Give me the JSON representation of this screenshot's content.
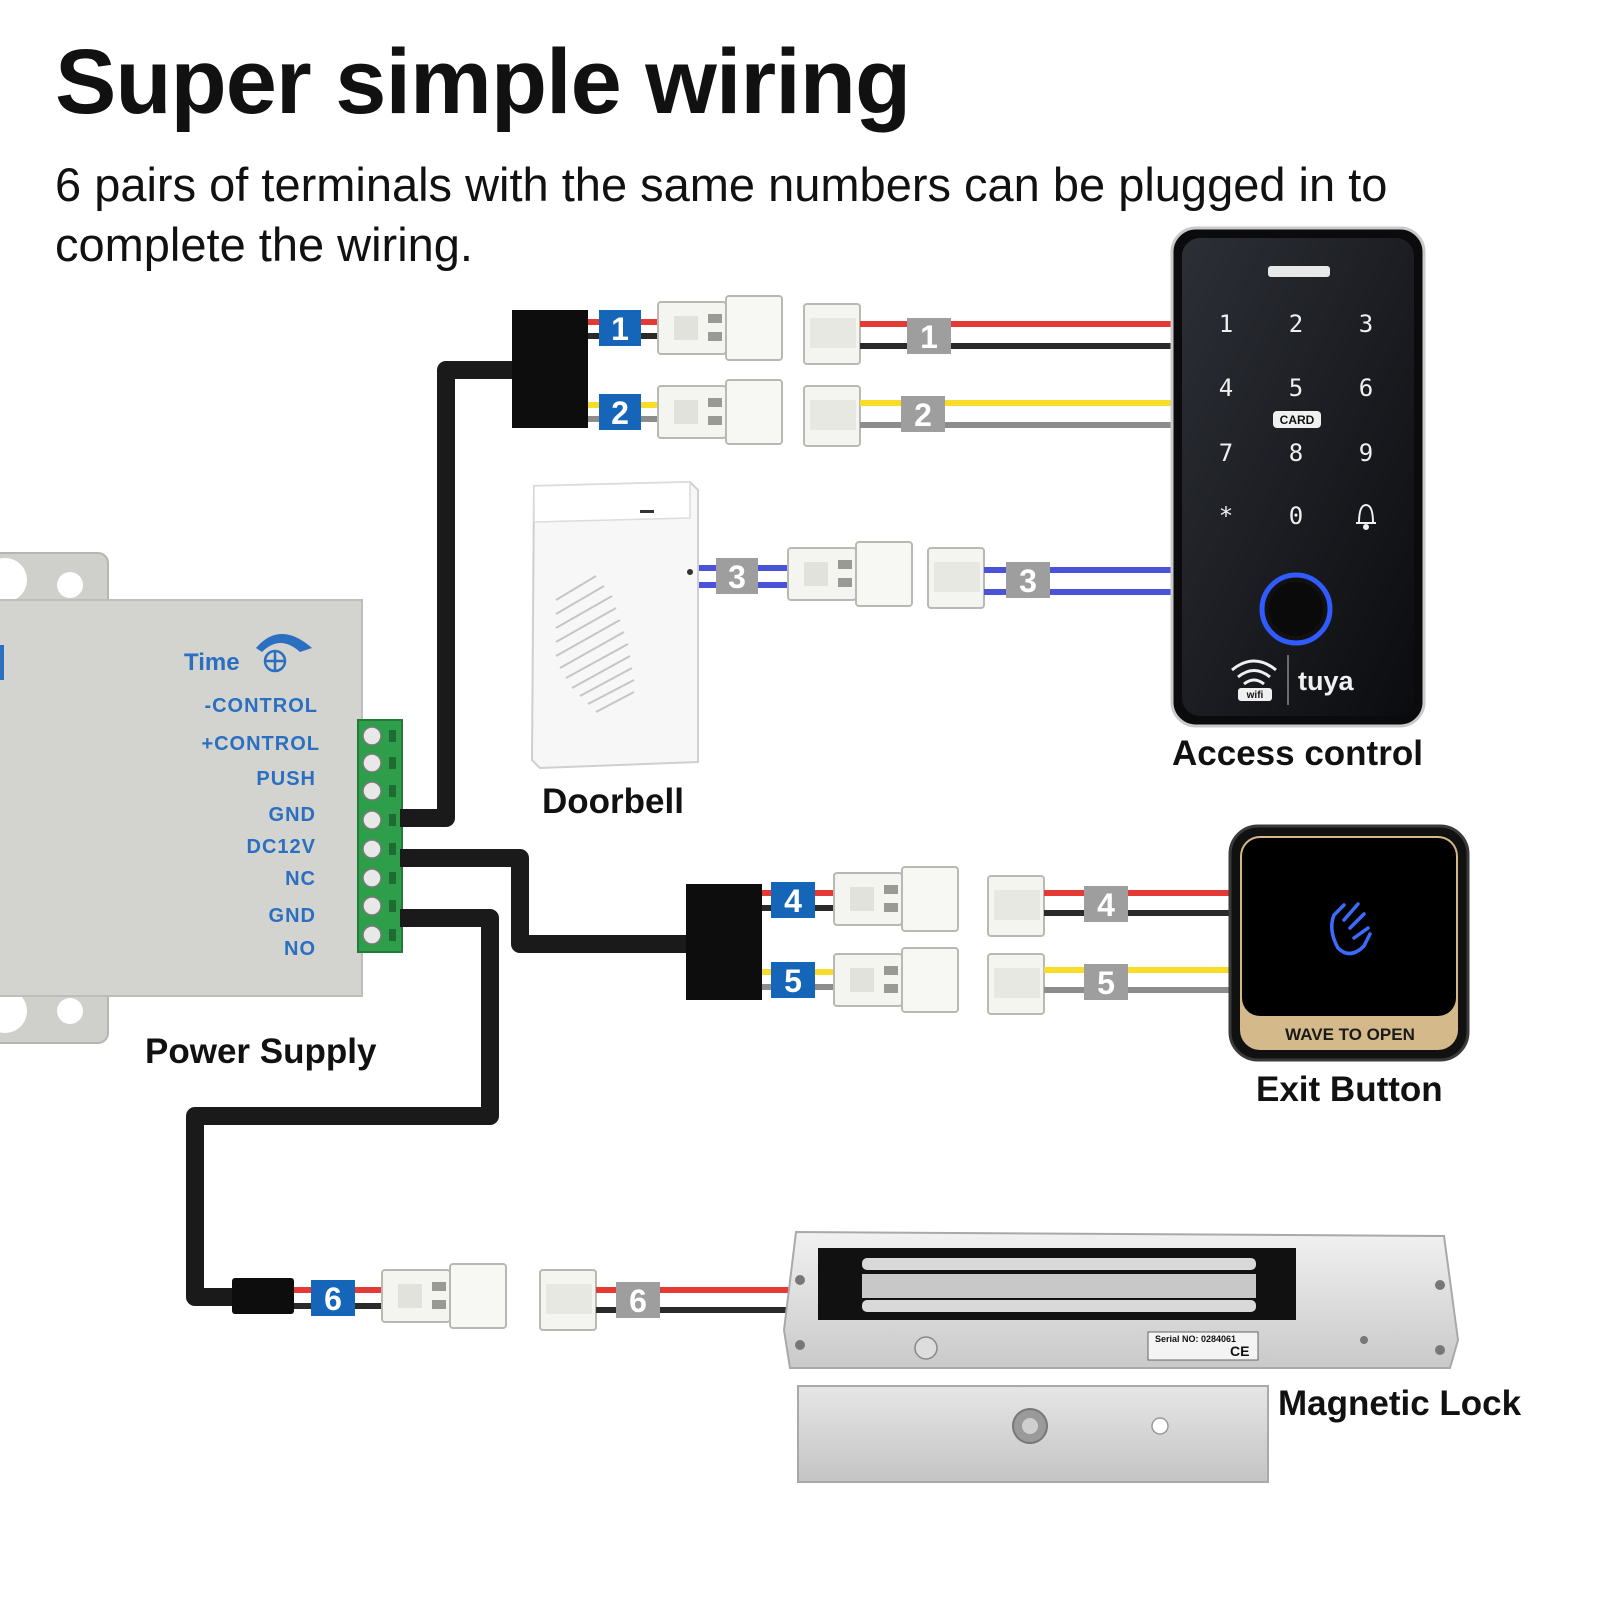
{
  "header": {
    "title": "Super simple wiring",
    "subtitle": "6 pairs of terminals with the same numbers can be plugged in to complete the wiring."
  },
  "devices": {
    "access_control": {
      "label": "Access control",
      "keys": [
        "1",
        "2",
        "3",
        "4",
        "5",
        "6",
        "7",
        "8",
        "9",
        "*",
        "0"
      ],
      "card_badge": "CARD",
      "wifi_text": "wifi",
      "brand": "tuya"
    },
    "doorbell": {
      "label": "Doorbell"
    },
    "power_supply": {
      "label": "Power Supply",
      "time_label": "Time",
      "terminals": [
        "-CONTROL",
        "+CONTROL",
        "PUSH",
        "GND",
        "DC12V",
        "NC",
        "GND",
        "NO"
      ]
    },
    "exit_button": {
      "label": "Exit Button",
      "panel_text": "WAVE TO OPEN"
    },
    "magnetic_lock": {
      "label": "Magnetic Lock",
      "serial_text": "Serial NO: 0284061",
      "ce_mark": "CE"
    }
  },
  "connectors": [
    "1",
    "2",
    "3",
    "4",
    "5",
    "6"
  ],
  "colors": {
    "tag_blue": "#1565b8",
    "tag_gray": "#9e9e9e",
    "wire_red": "#e53935",
    "wire_yellow": "#f7dc2a",
    "wire_blue": "#4a52d8",
    "wire_black": "#2a2a2a",
    "wire_gray": "#8c8c8c",
    "terminal_green": "#2e9e4a",
    "label_blue": "#2a6fc0"
  }
}
